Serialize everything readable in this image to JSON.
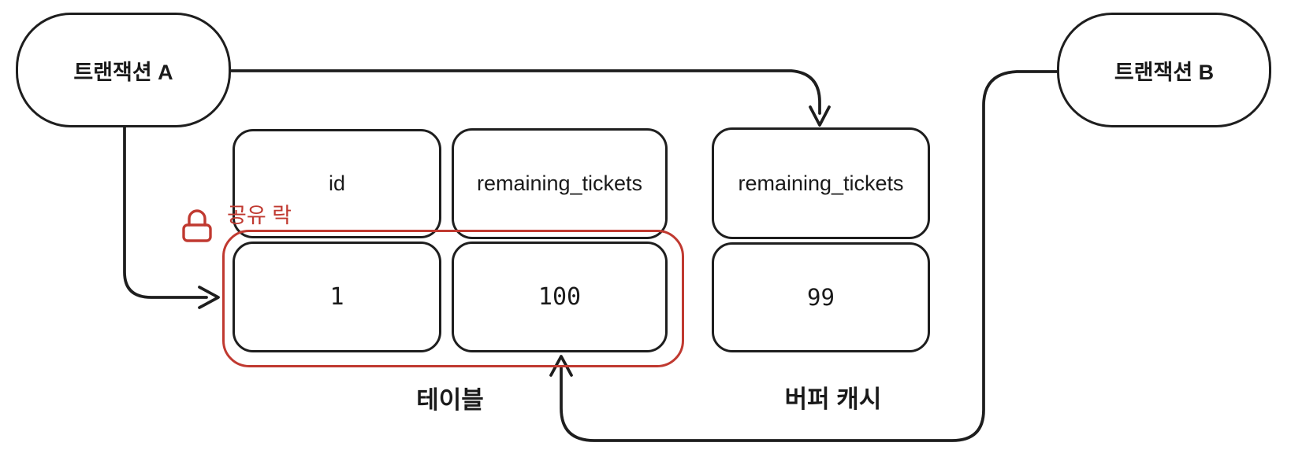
{
  "diagram": {
    "background": "#ffffff",
    "stroke_color": "#1e1e1e",
    "accent_red": "#c03930",
    "transaction_a": {
      "label": "트랜잭션 A"
    },
    "transaction_b": {
      "label": "트랜잭션 B"
    },
    "table": {
      "caption": "테이블",
      "headers": [
        "id",
        "remaining_tickets"
      ],
      "row": [
        "1",
        "100"
      ]
    },
    "buffer_cache": {
      "caption": "버퍼 캐시",
      "header": "remaining_tickets",
      "value": "99"
    },
    "shared_lock": {
      "label": "공유 락",
      "icon": "lock-icon"
    },
    "arrows": [
      {
        "from": "transaction-a",
        "to": "buffer-cache-header"
      },
      {
        "from": "transaction-a",
        "to": "table-data-row"
      },
      {
        "from": "transaction-b",
        "to": "table-data-row-remaining-tickets"
      }
    ]
  }
}
